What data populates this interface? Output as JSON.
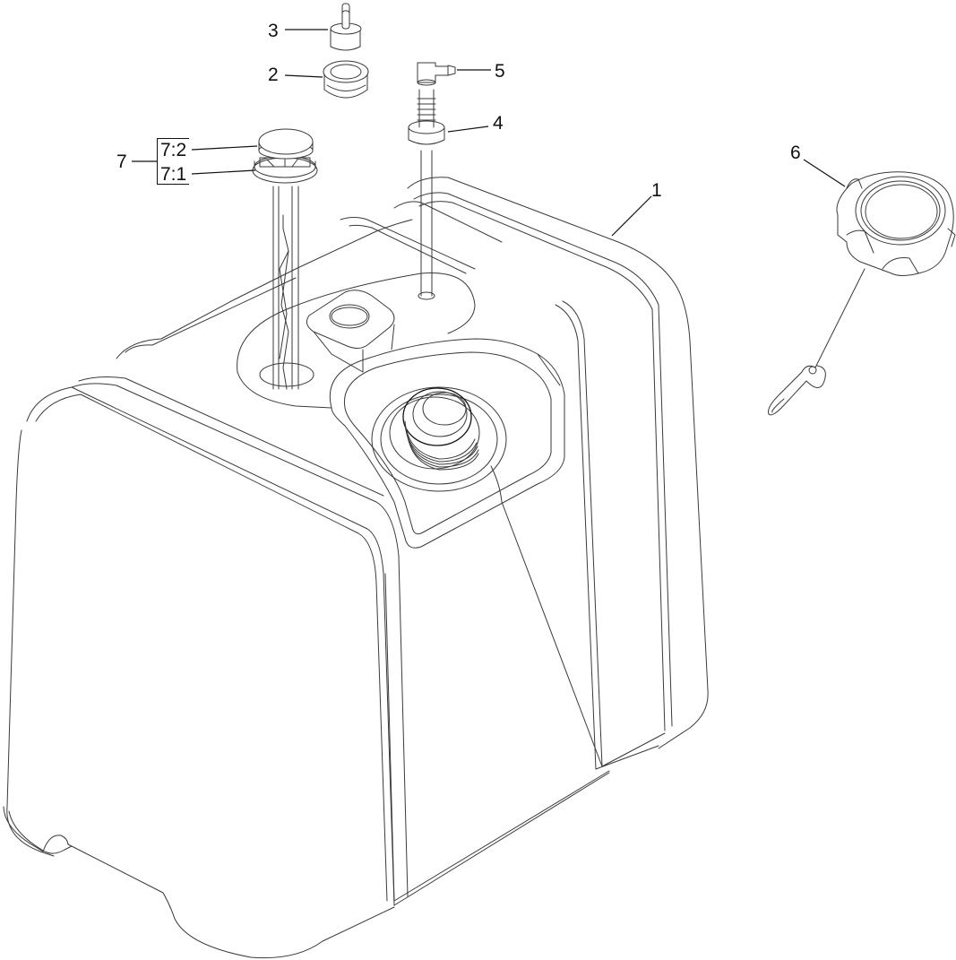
{
  "diagram": {
    "subject": "Fuel tank assembly exploded view",
    "background_color": "#ffffff",
    "line_color": "#3a3a3a",
    "callouts": [
      {
        "id": "1",
        "label": "1",
        "part": "fuel-tank"
      },
      {
        "id": "2",
        "label": "2",
        "part": "grommet"
      },
      {
        "id": "3",
        "label": "3",
        "part": "vent-valve"
      },
      {
        "id": "4",
        "label": "4",
        "part": "grommet-pickup"
      },
      {
        "id": "5",
        "label": "5",
        "part": "elbow-fitting-pickup-tube"
      },
      {
        "id": "6",
        "label": "6",
        "part": "fuel-cap-with-tether"
      },
      {
        "id": "7",
        "label": "7",
        "part": "fuel-gauge-sender",
        "sub": [
          {
            "id": "7:2",
            "label": "7:2",
            "part": "gauge-cap"
          },
          {
            "id": "7:1",
            "label": "7:1",
            "part": "gauge-body"
          }
        ]
      }
    ]
  }
}
